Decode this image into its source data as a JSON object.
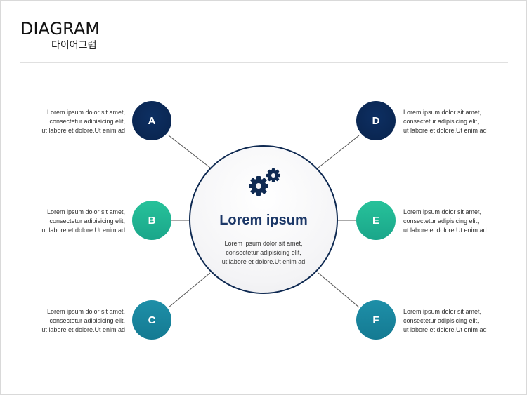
{
  "header": {
    "title": "DIAGRAM",
    "subtitle": "다이어그램"
  },
  "center": {
    "title": "Lorem ipsum",
    "text": [
      "Lorem ipsum dolor sit amet,",
      "consectetur adipisicing elit,",
      "ut labore et dolore.Ut enim ad"
    ],
    "icon": "gears-icon"
  },
  "nodes": [
    {
      "label": "A",
      "color": "#0b2958",
      "text": [
        "Lorem ipsum dolor sit amet,",
        "consectetur adipisicing elit,",
        "ut labore et dolore.Ut enim ad"
      ]
    },
    {
      "label": "B",
      "color": "#21b593",
      "text": [
        "Lorem ipsum dolor sit amet,",
        "consectetur adipisicing elit,",
        "ut labore et dolore.Ut enim ad"
      ]
    },
    {
      "label": "C",
      "color": "#17849d",
      "text": [
        "Lorem ipsum dolor sit amet,",
        "consectetur adipisicing elit,",
        "ut labore et dolore.Ut enim ad"
      ]
    },
    {
      "label": "D",
      "color": "#0b2958",
      "text": [
        "Lorem ipsum dolor sit amet,",
        "consectetur adipisicing elit,",
        "ut labore et dolore.Ut enim ad"
      ]
    },
    {
      "label": "E",
      "color": "#21b593",
      "text": [
        "Lorem ipsum dolor sit amet,",
        "consectetur adipisicing elit,",
        "ut labore et dolore.Ut enim ad"
      ]
    },
    {
      "label": "F",
      "color": "#17849d",
      "text": [
        "Lorem ipsum dolor sit amet,",
        "consectetur adipisicing elit,",
        "ut labore et dolore.Ut enim ad"
      ]
    }
  ]
}
